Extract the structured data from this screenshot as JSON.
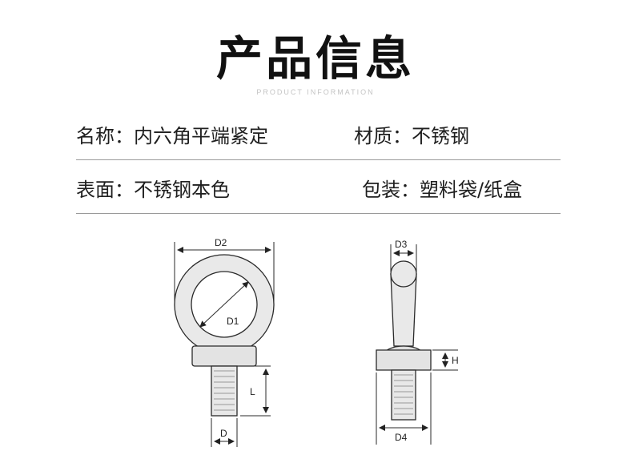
{
  "header": {
    "title": "产品信息",
    "subtitle": "PRODUCT INFORMATION"
  },
  "info": {
    "name": "名称：内六角平端紧定",
    "material": "材质：不锈钢",
    "surface": "表面：不锈钢本色",
    "packaging": "包装：塑料袋/纸盒"
  },
  "diagram_labels": {
    "front": {
      "d2": "D2",
      "d1": "D1",
      "l": "L",
      "d": "D"
    },
    "side": {
      "d3": "D3",
      "h": "H",
      "d4": "D4"
    }
  }
}
